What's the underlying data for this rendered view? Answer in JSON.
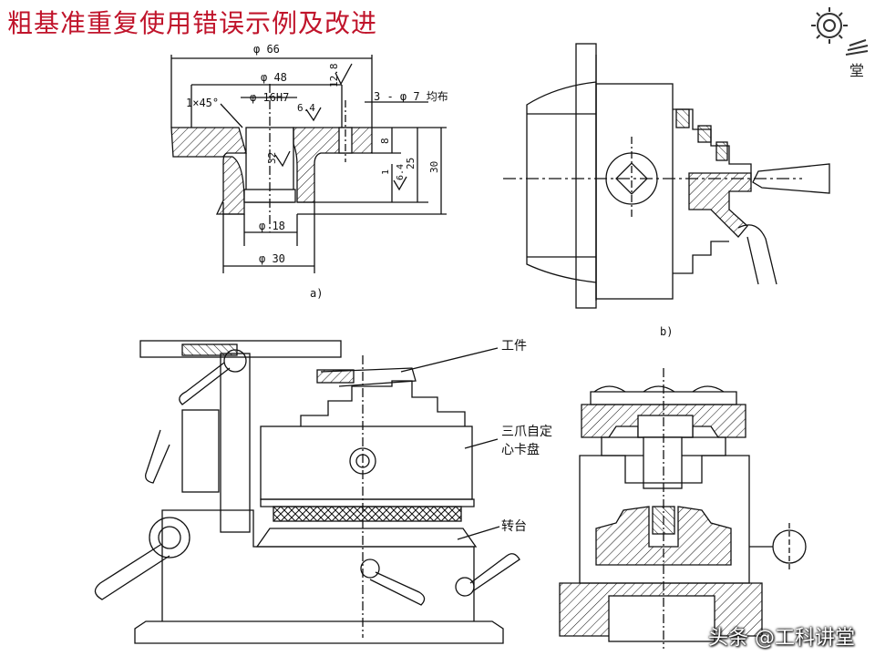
{
  "slide": {
    "title": "粗基准重复使用错误示例及改进",
    "logo_char": "堂",
    "watermark": "头条 @工科讲堂"
  },
  "figure_a": {
    "caption": "a)",
    "dims": {
      "d66": "φ 66",
      "d48": "φ 48",
      "d16h7": "φ 16H7",
      "chamfer": "1×45°",
      "ra128": "12.8",
      "ra64a": "6.4",
      "holes": "3 - φ 7 均布",
      "h8": "8",
      "h25": "25",
      "h30": "30",
      "ra32": "32",
      "h1": "1",
      "ra64b": "6.4",
      "d18": "φ 18",
      "d30": "φ 30"
    }
  },
  "figure_b": {
    "caption": "b)"
  },
  "figure_c": {
    "labels": {
      "workpiece": "工件",
      "chuck_line1": "三爪自定",
      "chuck_line2": "心卡盘",
      "turntable": "转台"
    }
  },
  "colors": {
    "title": "#c0142b",
    "line": "#111111",
    "background": "#ffffff"
  }
}
